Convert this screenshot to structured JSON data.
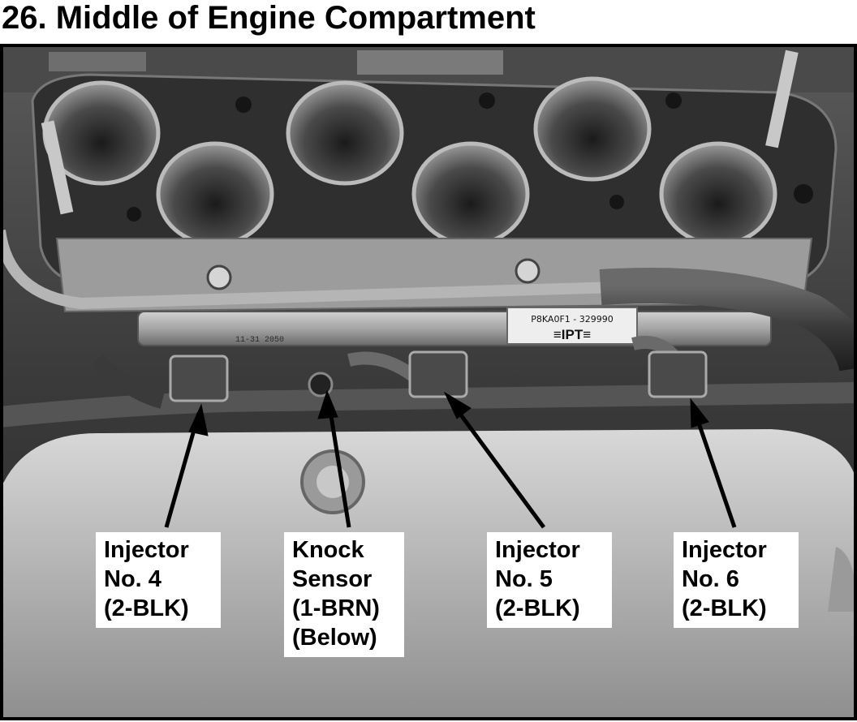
{
  "title": "26. Middle of Engine Compartment",
  "sticker": {
    "line1": "P8KA0F1 - 329990",
    "brand": "≡IPT≡",
    "stamp": "11-31 2050"
  },
  "callouts": [
    {
      "lines": [
        "Injector",
        "No. 4",
        "(2-BLK)"
      ]
    },
    {
      "lines": [
        "Knock",
        "Sensor",
        "(1-BRN)",
        "(Below)"
      ]
    },
    {
      "lines": [
        "Injector",
        "No. 5",
        "(2-BLK)"
      ]
    },
    {
      "lines": [
        "Injector",
        "No. 6",
        "(2-BLK)"
      ]
    }
  ]
}
